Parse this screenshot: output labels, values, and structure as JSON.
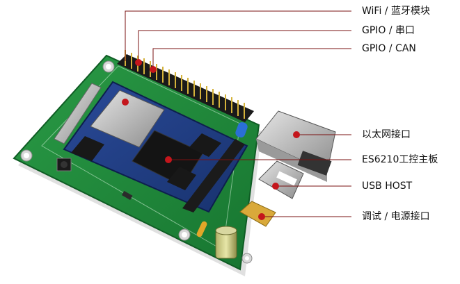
{
  "callouts": {
    "wifi_bt": "WiFi / 蓝牙模块",
    "gpio_serial": "GPIO / 串口",
    "gpio_can": "GPIO / CAN",
    "ethernet": "以太网接口",
    "board": "ES6210工控主板",
    "usb_host": "USB HOST",
    "debug_power": "调试  /  电源接口"
  },
  "colors": {
    "pcb_green": "#1f8a3a",
    "module_blue": "#1f3e87",
    "callout_line": "#7a1010",
    "dot": "#c4161c"
  }
}
